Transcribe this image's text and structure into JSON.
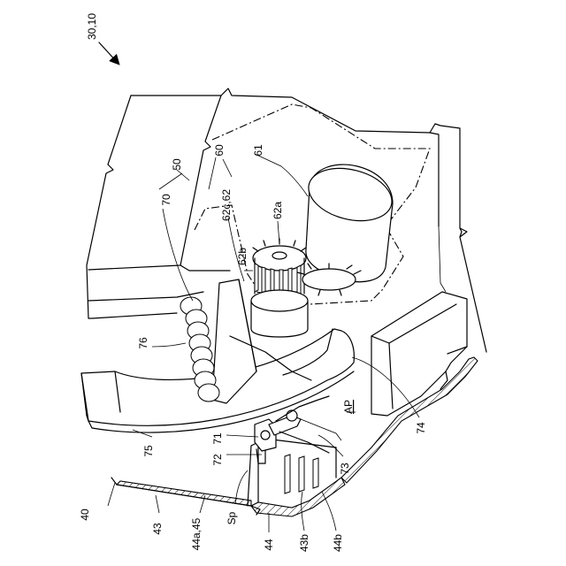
{
  "figure": {
    "labels": {
      "l_30_10": "30,10",
      "l_50": "50",
      "l_60": "60",
      "l_61": "61",
      "l_70": "70",
      "l_62c_62": "62c,62",
      "l_62a": "62a",
      "l_62b": "62b",
      "l_76": "76",
      "l_ap": "AP",
      "l_74": "74",
      "l_71": "71",
      "l_72": "72",
      "l_75": "75",
      "l_73": "73",
      "l_40": "40",
      "l_sp": "Sp",
      "l_43": "43",
      "l_44a_45": "44a,45",
      "l_44": "44",
      "l_43b": "43b",
      "l_44b": "44b"
    }
  }
}
